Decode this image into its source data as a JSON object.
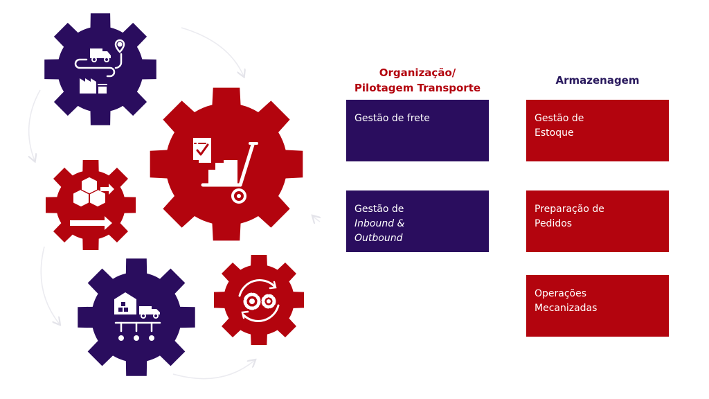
{
  "colors": {
    "purple": "#2a0d5e",
    "red": "#b3040e",
    "head_red": "#b3040e",
    "head_purple": "#2a1a5e",
    "arrow": "#e9e9ee"
  },
  "columns": {
    "transport": {
      "title_line1": "Organização/",
      "title_line2": "Pilotagem Transporte"
    },
    "warehouse": {
      "title": "Armazenagem"
    }
  },
  "boxes": {
    "frete": {
      "line1": "Gestão de frete"
    },
    "inbound": {
      "line1": "Gestão de",
      "line2": "Inbound &",
      "line3": "Outbound"
    },
    "estoque": {
      "line1": "Gestão de",
      "line2": "Estoque"
    },
    "pedidos": {
      "line1": "Preparação de",
      "line2": "Pedidos"
    },
    "mecanizadas": {
      "line1": "Operações",
      "line2": "Mecanizadas"
    }
  },
  "gears": [
    {
      "color": "purple",
      "icon": "truck-route-factory-icon"
    },
    {
      "color": "red",
      "icon": "hand-truck-checklist-icon"
    },
    {
      "color": "red",
      "icon": "boxes-arrow-icon"
    },
    {
      "color": "purple",
      "icon": "warehouse-distribution-icon"
    },
    {
      "color": "red",
      "icon": "cogs-cycle-icon"
    }
  ]
}
